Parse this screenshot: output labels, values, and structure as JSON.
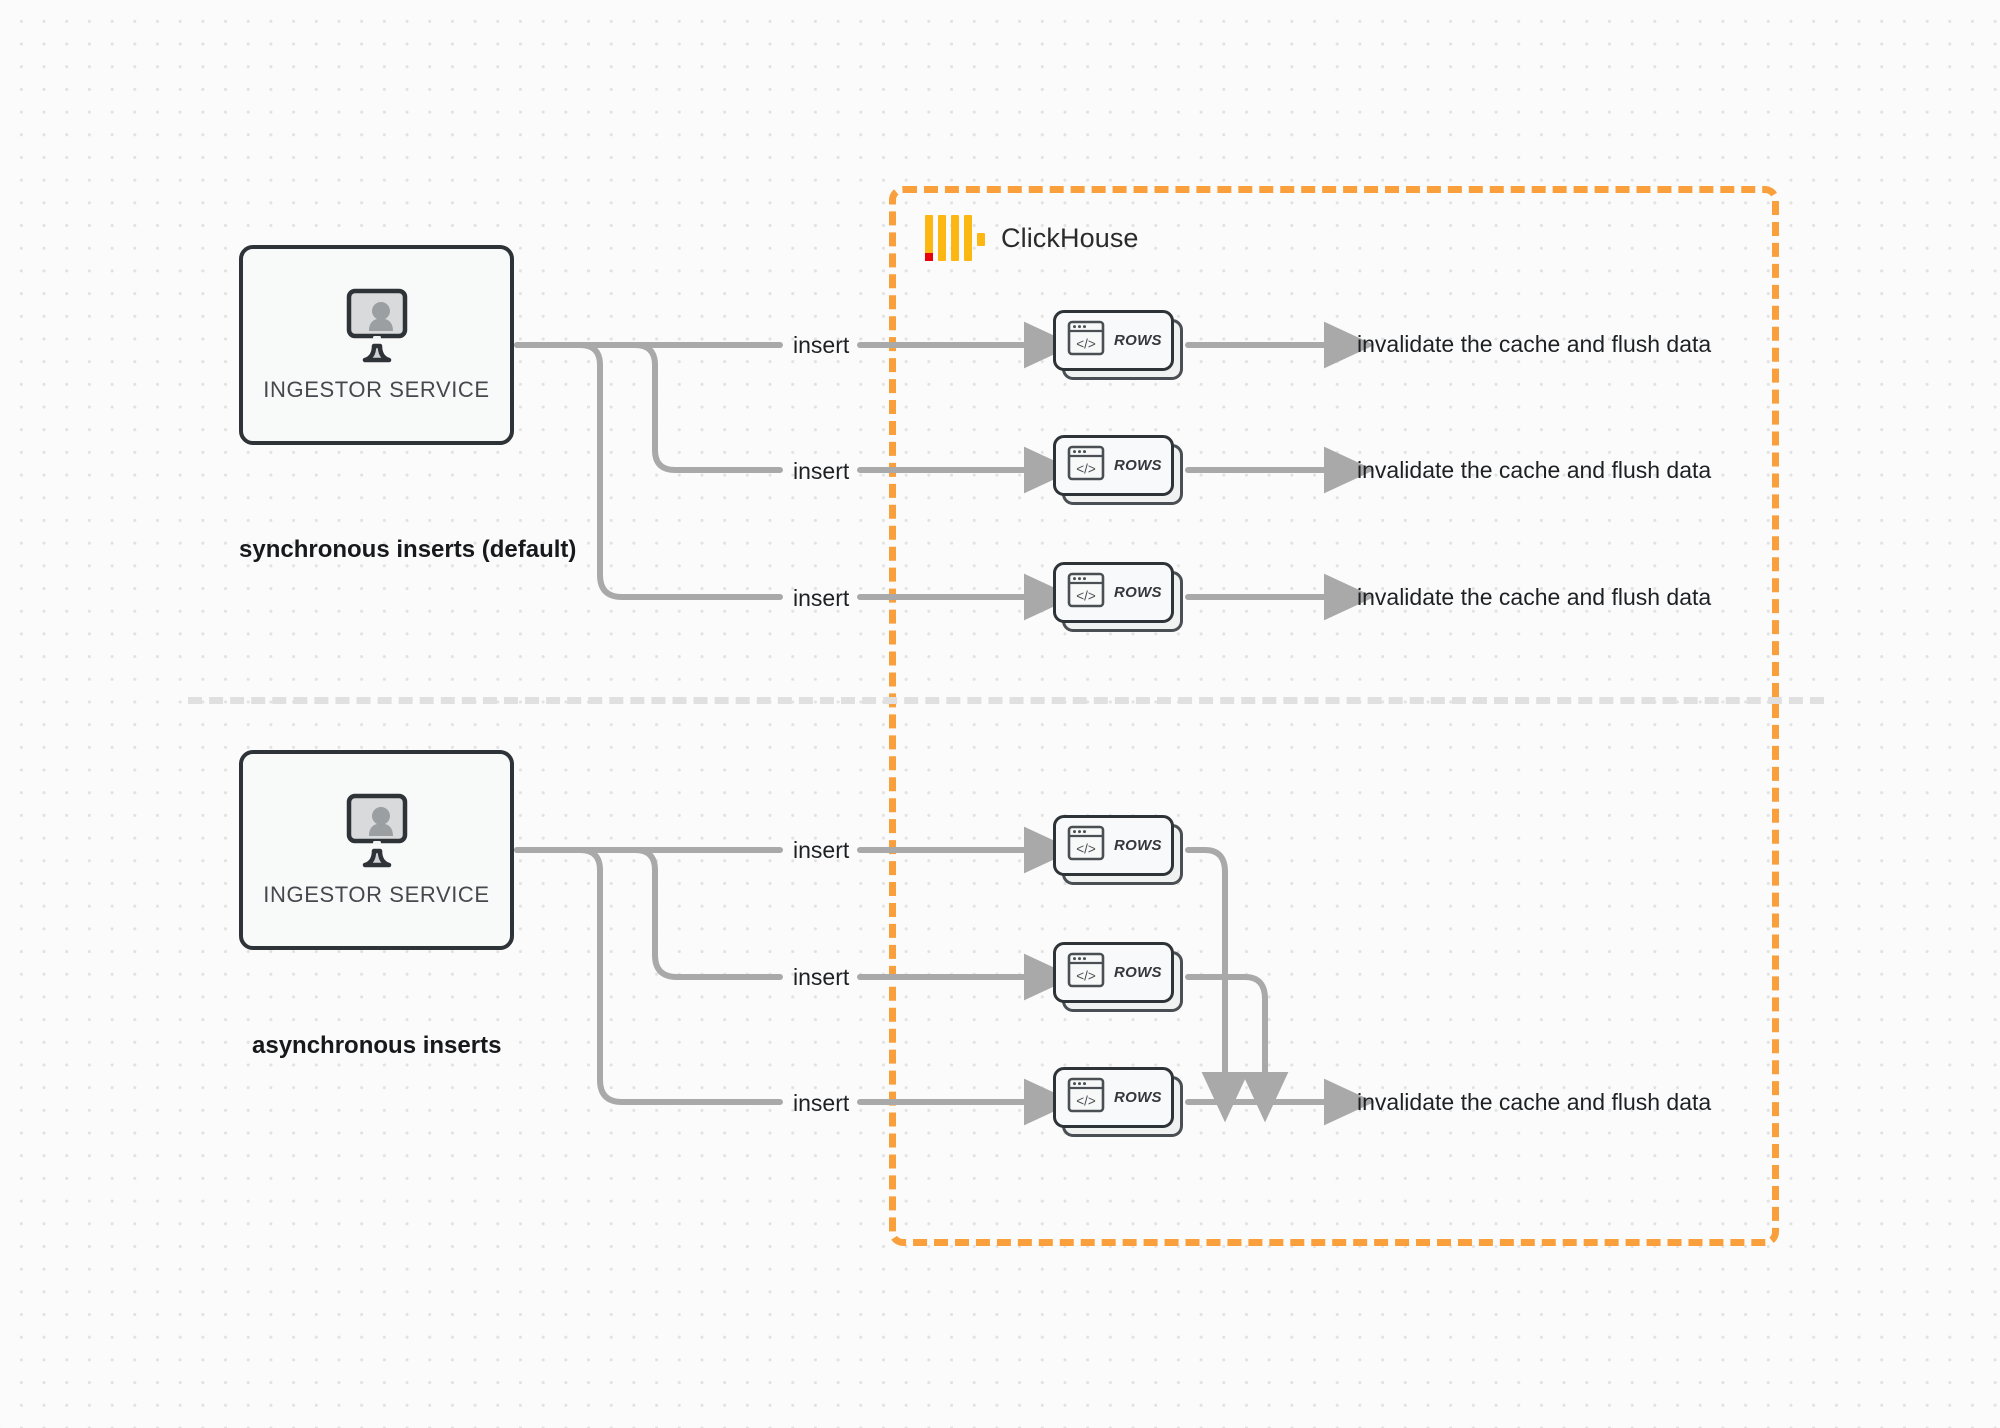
{
  "diagram": {
    "title": "ClickHouse synchronous vs asynchronous inserts",
    "colors": {
      "boundary": "#f9a03c",
      "logo_yellow": "#fdb713",
      "logo_red": "#e8000d",
      "wire": "#aaaaaa",
      "node_border": "#2e3338",
      "divider": "#e0e0e0"
    }
  },
  "clickhouse": {
    "label": "ClickHouse",
    "logo_name": "clickhouse-logo"
  },
  "sections": [
    {
      "id": "synchronous",
      "caption": "synchronous inserts (default)",
      "service": {
        "label": "INGESTOR SERVICE",
        "icon": "monitor-user-icon"
      },
      "flows": [
        {
          "insert_label": "insert",
          "card_label": "ROWS",
          "result_label": "invalidate the cache and flush data"
        },
        {
          "insert_label": "insert",
          "card_label": "ROWS",
          "result_label": "invalidate the cache and flush data"
        },
        {
          "insert_label": "insert",
          "card_label": "ROWS",
          "result_label": "invalidate the cache and flush data"
        }
      ]
    },
    {
      "id": "asynchronous",
      "caption": "asynchronous inserts",
      "service": {
        "label": "INGESTOR SERVICE",
        "icon": "monitor-user-icon"
      },
      "flows": [
        {
          "insert_label": "insert",
          "card_label": "ROWS"
        },
        {
          "insert_label": "insert",
          "card_label": "ROWS"
        },
        {
          "insert_label": "insert",
          "card_label": "ROWS"
        }
      ],
      "result_label": "invalidate the cache and flush data"
    }
  ]
}
